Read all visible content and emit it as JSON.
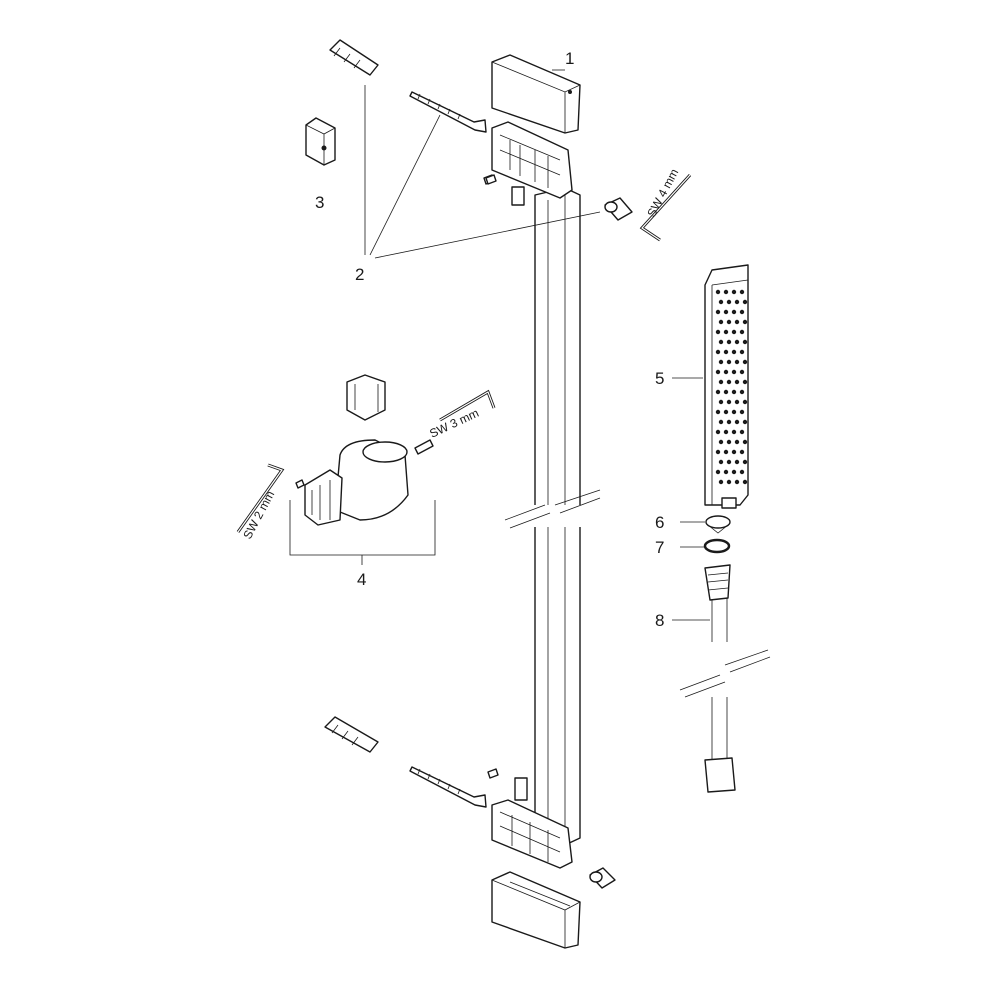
{
  "labels": {
    "p1": "1",
    "p2": "2",
    "p3": "3",
    "p4": "4",
    "p5": "5",
    "p6": "6",
    "p7": "7",
    "p8": "8"
  },
  "tools": {
    "sw4": "SW 4 mm",
    "sw3": "SW 3 mm",
    "sw2": "SW 2 mm"
  }
}
